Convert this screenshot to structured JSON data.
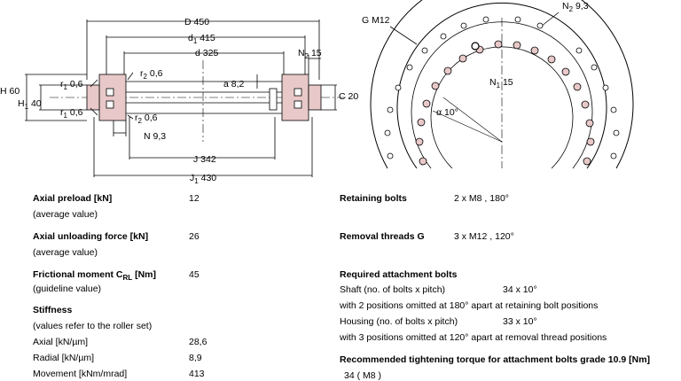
{
  "drawing": {
    "D": "D",
    "D_val": "450",
    "d1": "d",
    "d1_sub": "1",
    "d1_val": "415",
    "d": "d",
    "d_val": "325",
    "N2": "N",
    "N2_sub": "2",
    "N2_val": "15",
    "r2_top": "r",
    "r2_top_sub": "2",
    "r2_top_val": "0,6",
    "r1_top": "r",
    "r1_top_sub": "1",
    "r1_top_val": "0,6",
    "a": "a",
    "a_val": "8,2",
    "H": "H",
    "H_val": "60",
    "H1": "H",
    "H1_sub": "1",
    "H1_val": "40",
    "C": "C",
    "C_val": "20",
    "r1_bot": "r",
    "r1_bot_sub": "1",
    "r1_bot_val": "0,6",
    "r2_bot": "r",
    "r2_bot_sub": "2",
    "r2_bot_val": "0,6",
    "N": "N",
    "N_val": "9,3",
    "J": "J",
    "J_val": "342",
    "J1": "J",
    "J1_sub": "1",
    "J1_val": "430",
    "G": "G M12",
    "N2r": "N",
    "N2r_sub": "2",
    "N2r_val": "9,3",
    "N1": "N",
    "N1_sub": "1",
    "N1_val": "15",
    "alpha": "α 10°"
  },
  "specs_left": {
    "axial_preload": {
      "label": "Axial preload [kN]",
      "value": "12",
      "note": "(average value)"
    },
    "axial_unloading": {
      "label": "Axial unloading force [kN]",
      "value": "26",
      "note": "(average value)"
    },
    "frictional": {
      "label_a": "Frictional moment C",
      "label_sub": "RL",
      "label_b": " [Nm]",
      "value": "45",
      "note": "(guideline value)"
    },
    "stiffness": {
      "label": "Stiffness",
      "note": "(values refer to the roller set)",
      "rows": [
        {
          "label": "Axial [kN/µm]",
          "value": "28,6"
        },
        {
          "label": "Radial [kN/µm]",
          "value": "8,9"
        },
        {
          "label": "Movement [kNm/mrad]",
          "value": "413"
        }
      ]
    }
  },
  "specs_right": {
    "retaining": {
      "label": "Retaining bolts",
      "value": "2  x M8  , 180°"
    },
    "removal": {
      "label": "Removal threads G",
      "value": "3  x M12 , 120°"
    },
    "required": {
      "label": "Required attachment bolts",
      "shaft_label": "Shaft (no. of bolts x pitch)",
      "shaft_value": "34  x 10°",
      "shaft_note": "with 2 positions omitted at 180° apart at retaining bolt positions",
      "housing_label": "Housing (no. of bolts x pitch)",
      "housing_value": "33  x 10°",
      "housing_note": "with 3 positions omitted at 120° apart at removal thread positions"
    },
    "torque": {
      "label": "Recommended tightening torque for attachment bolts grade 10.9 [Nm]",
      "value": "34    ( M8  )"
    }
  }
}
